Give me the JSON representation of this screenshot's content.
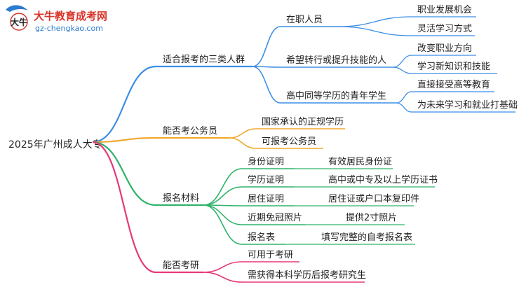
{
  "logo": {
    "brand": "大牛教育成考网",
    "url": "gz-chengkao.com",
    "mark_text": "大牛"
  },
  "root": "2025年广州成人大专",
  "branches": [
    {
      "label": "适合报考的三类人群",
      "color": "#3b8ee6",
      "children": [
        {
          "label": "在职人员",
          "children": [
            "职业发展机会",
            "灵活学习方式"
          ]
        },
        {
          "label": "希望转行或提升技能的人",
          "children": [
            "改变职业方向",
            "学习新知识和技能"
          ]
        },
        {
          "label": "高中同等学历的青年学生",
          "children": [
            "直接接受高等教育",
            "为未来学习和就业打基础"
          ]
        }
      ]
    },
    {
      "label": "能否考公务员",
      "color": "#f0a92e",
      "children": [
        {
          "label": "国家承认的正规学历",
          "children": []
        },
        {
          "label": "可报考公务员",
          "children": []
        }
      ]
    },
    {
      "label": "报名材料",
      "color": "#2fb36a",
      "children": [
        {
          "label": "身份证明",
          "children": [
            "有效居民身份证"
          ]
        },
        {
          "label": "学历证明",
          "children": [
            "高中或中专及以上学历证书"
          ]
        },
        {
          "label": "居住证明",
          "children": [
            "居住证或户口本复印件"
          ]
        },
        {
          "label": "近期免冠照片",
          "children": [
            "提供2寸照片"
          ]
        },
        {
          "label": "报名表",
          "children": [
            "填写完整的自考报名表"
          ]
        }
      ]
    },
    {
      "label": "能否考研",
      "color": "#e6387a",
      "children": [
        {
          "label": "可用于考研",
          "children": []
        },
        {
          "label": "需获得本科学历后报考研究生",
          "children": []
        }
      ]
    }
  ]
}
